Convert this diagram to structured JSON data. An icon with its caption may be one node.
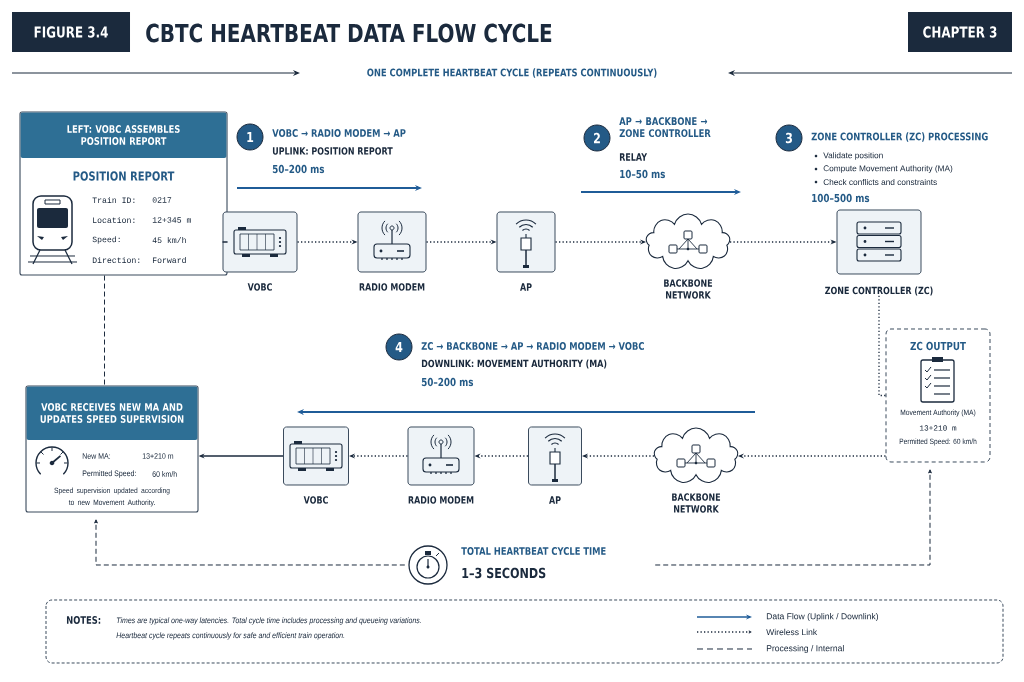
{
  "diagram": {
    "title": "CBTC HEARTBEAT DATA FLOW CYCLE",
    "nodes": [
      {
        "text": [
          "LEFT: VOBC ASSEMBLES POSITION REPORT",
          "POSITION REPORT",
          "Train ID:",
          "0217",
          "Location:",
          "12+345 m",
          "Speed:",
          "45 km/h",
          "Direction:",
          "Forward"
        ]
      },
      {
        "text": [
          "VOBC"
        ]
      },
      {
        "text": [
          "RADIO MODEM"
        ]
      },
      {
        "text": [
          "AP"
        ]
      },
      {
        "text": [
          "BACKBONE NETWORK"
        ]
      },
      {
        "text": [
          "ZONE CONTROLLER (ZC)"
        ]
      },
      {
        "text": [
          "ZC OUTPUT",
          "Movement Authority (MA)",
          "13+210 m",
          "Permitted Speed: 60 km/h"
        ]
      },
      {
        "text": [
          "BACKBONE NETWORK"
        ]
      },
      {
        "text": [
          "AP"
        ]
      },
      {
        "text": [
          "RADIO MODEM"
        ]
      },
      {
        "text": [
          "VOBC"
        ]
      },
      {
        "text": [
          "VOBC RECEIVES NEW MA AND UPDATES SPEED SUPERVISION",
          "New MA:",
          "13+210 m",
          "Permitted Speed:",
          "60 km/h",
          "Speed supervision updated according to new Movement Authority."
        ]
      },
      {
        "text": [
          "TOTAL HEARTBEAT CYCLE TIME",
          "1–3 SECONDS"
        ]
      }
    ],
    "edges": [
      {
        "from": 0,
        "to": 1,
        "arrow": "none"
      },
      {
        "from": 1,
        "to": 2,
        "arrow": "to",
        "style": "dashed"
      },
      {
        "from": 2,
        "to": 3,
        "arrow": "to",
        "style": "dashed"
      },
      {
        "from": 3,
        "to": 4,
        "arrow": "to",
        "style": "dashed"
      },
      {
        "from": 4,
        "to": 5,
        "arrow": "to",
        "style": "dashed"
      },
      {
        "from": 5,
        "to": 6,
        "arrow": "none",
        "style": "dashed"
      },
      {
        "from": 6,
        "to": 7,
        "arrow": "to",
        "style": "dashed"
      },
      {
        "from": 7,
        "to": 8,
        "arrow": "to",
        "style": "dashed"
      },
      {
        "from": 8,
        "to": 9,
        "arrow": "to",
        "style": "dashed"
      },
      {
        "from": 9,
        "to": 10,
        "arrow": "to",
        "style": "dashed"
      },
      {
        "from": 10,
        "to": 11,
        "arrow": "to"
      },
      {
        "from": 0,
        "to": 11,
        "arrow": "none",
        "style": "dashed"
      },
      {
        "from": 12,
        "to": 11,
        "arrow": "to",
        "style": "dashed"
      },
      {
        "from": 12,
        "to": 6,
        "arrow": "to",
        "style": "dashed"
      }
    ],
    "labels": [
      "FIGURE 3.4",
      "CHAPTER 3",
      "ONE COMPLETE HEARTBEAT CYCLE (REPEATS CONTINUOUSLY)",
      "1",
      "VOBC → RADIO MODEM → AP",
      "UPLINK: POSITION REPORT",
      "50–200 ms",
      "2",
      "AP → BACKBONE → ZONE CONTROLLER",
      "RELAY",
      "10–50 ms",
      "3",
      "ZONE CONTROLLER (ZC) PROCESSING",
      "Validate position",
      "Compute Movement Authority (MA)",
      "Check conflicts and constraints",
      "100–500 ms",
      "4",
      "ZC → BACKBONE → AP → RADIO MODEM → VOBC",
      "DOWNLINK: MOVEMENT AUTHORITY (MA)",
      "50–200 ms",
      "NOTES:",
      "Times are typical one-way latencies. Total cycle time includes processing and queueing variations.",
      "Heartbeat cycle repeats continuously for safe and efficient train operation."
    ],
    "legend": [
      {
        "text": "Data Flow (Uplink / Downlink)"
      },
      {
        "text": "Wireless Link"
      },
      {
        "text": "Processing / Internal"
      }
    ]
  }
}
